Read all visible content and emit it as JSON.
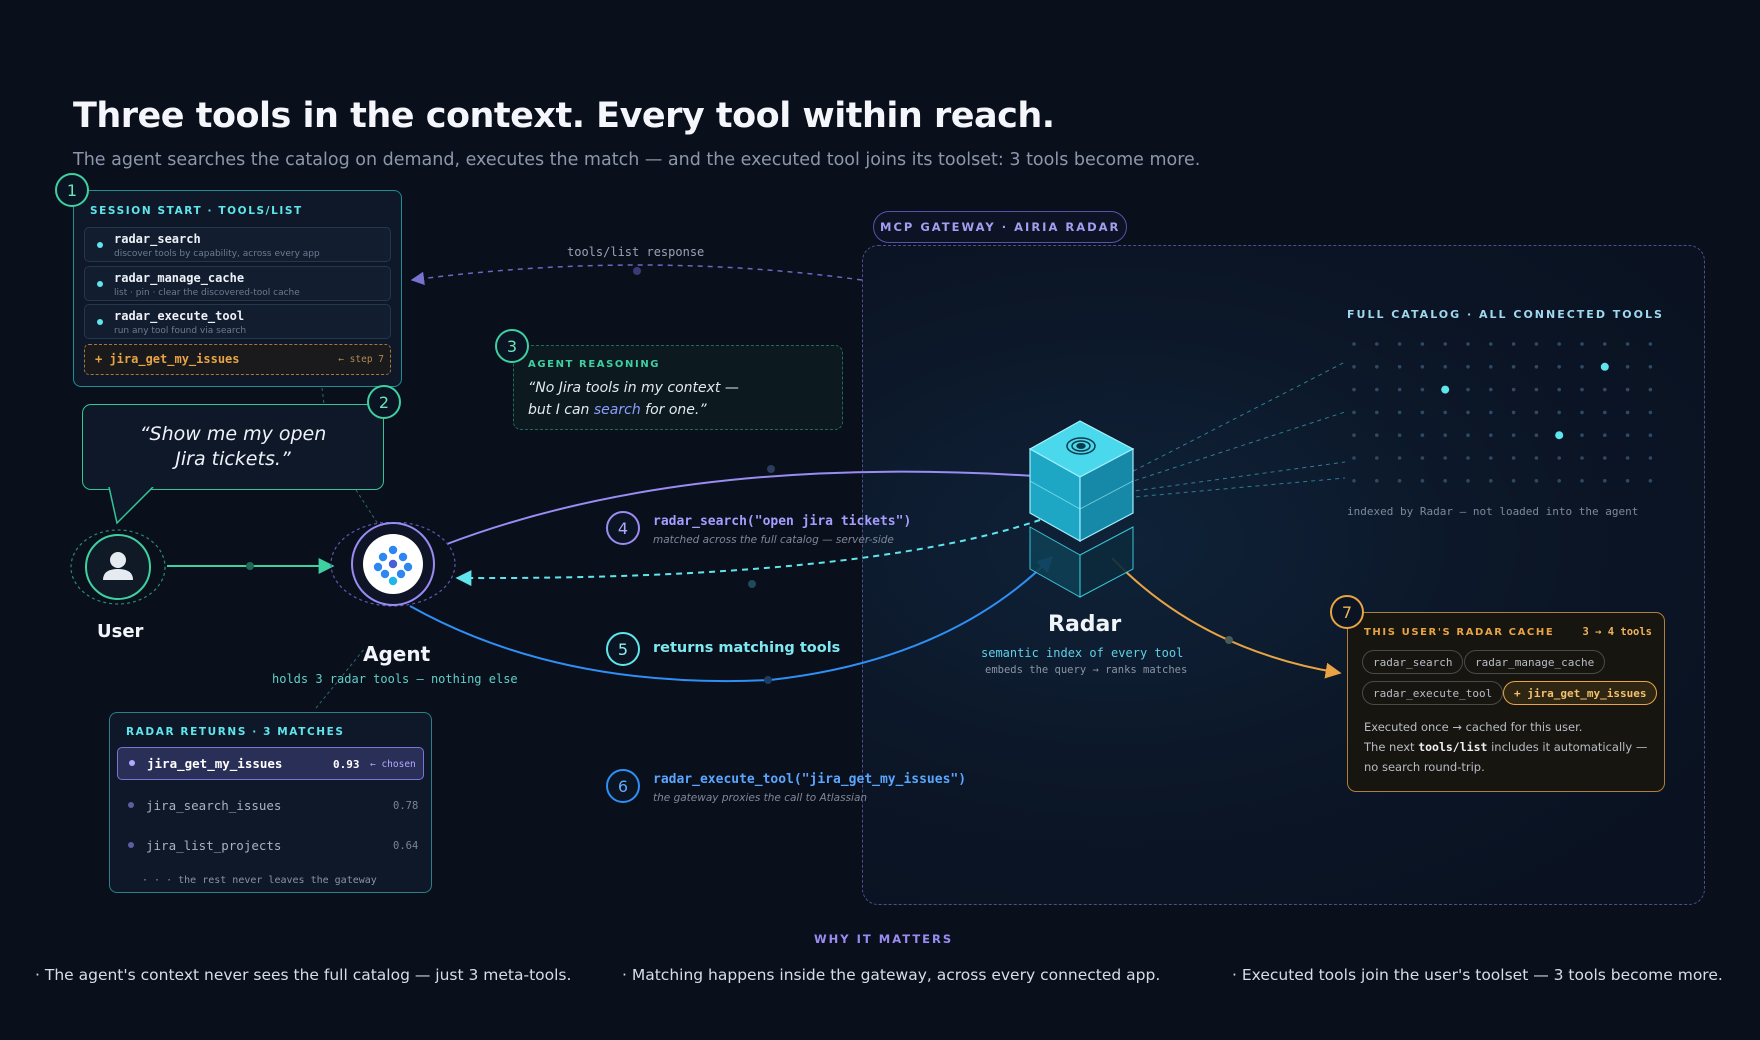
{
  "header": {
    "title": "Three tools in the context. Every tool within reach.",
    "subtitle": "The agent searches the catalog on demand, executes the match — and the executed tool joins its toolset: 3 tools become more."
  },
  "steps": [
    "1",
    "2",
    "3",
    "4",
    "5",
    "6",
    "7"
  ],
  "session": {
    "heading": "SESSION START · TOOLS/LIST",
    "tools": [
      {
        "name": "radar_search",
        "desc": "discover tools by capability, across every app"
      },
      {
        "name": "radar_manage_cache",
        "desc": "list · pin · clear the discovered-tool cache"
      },
      {
        "name": "radar_execute_tool",
        "desc": "run any tool found via search"
      }
    ],
    "added_tool": "+ jira_get_my_issues",
    "added_note": "← step 7"
  },
  "bubble": {
    "text_line1": "“Show me my open",
    "text_line2": "Jira tickets.”"
  },
  "user": {
    "label": "User"
  },
  "agent": {
    "label": "Agent",
    "note": "holds 3 radar tools — nothing else"
  },
  "reasoning": {
    "heading": "AGENT REASONING",
    "line1": "“No Jira tools in my context —",
    "line2_pre": "but I can ",
    "line2_em": "search",
    "line2_post": " for one.”"
  },
  "flow": {
    "tools_list_response": "tools/list response",
    "step4_call": "radar_search(\"open jira tickets\")",
    "step4_note": "matched across the full catalog — server-side",
    "step5_label": "returns matching tools",
    "step6_call": "radar_execute_tool(\"jira_get_my_issues\")",
    "step6_note": "the gateway proxies the call to Atlassian"
  },
  "gateway": {
    "tag": "MCP GATEWAY · AIRIA RADAR"
  },
  "radar": {
    "label": "Radar",
    "note1": "semantic index of every tool",
    "note2": "embeds the query → ranks matches"
  },
  "catalog": {
    "heading": "FULL CATALOG · ALL CONNECTED TOOLS",
    "note": "indexed by Radar — not loaded into the agent"
  },
  "returns": {
    "heading": "RADAR RETURNS · 3 MATCHES",
    "matches": [
      {
        "name": "jira_get_my_issues",
        "score": "0.93",
        "tag": "← chosen"
      },
      {
        "name": "jira_search_issues",
        "score": "0.78"
      },
      {
        "name": "jira_list_projects",
        "score": "0.64"
      }
    ],
    "footer": "· · · the rest never leaves the gateway"
  },
  "cache": {
    "heading": "THIS USER'S RADAR CACHE",
    "count": "3 → 4 tools",
    "chips": [
      "radar_search",
      "radar_manage_cache",
      "radar_execute_tool",
      "+ jira_get_my_issues"
    ],
    "line1": "Executed once → cached for this user.",
    "line2_pre": "The next ",
    "line2_code": "tools/list",
    "line2_post": " includes it automatically —",
    "line3": "no search round-trip."
  },
  "why": {
    "heading": "WHY IT MATTERS",
    "points": [
      "· The agent's context never sees the full catalog — just 3 meta-tools.",
      "· Matching happens inside the gateway, across every connected app.",
      "· Executed tools join the user's toolset — 3 tools become more."
    ]
  },
  "colors": {
    "teal": "#3fd0a0",
    "cyan": "#5fe6ec",
    "purple": "#9a8cf2",
    "blue": "#2f8ff5",
    "amber": "#e8a444",
    "background": "#0a0f1c"
  },
  "icons": [
    "user-icon",
    "agent-logo-icon",
    "radar-cube-icon",
    "radar-target-icon"
  ]
}
